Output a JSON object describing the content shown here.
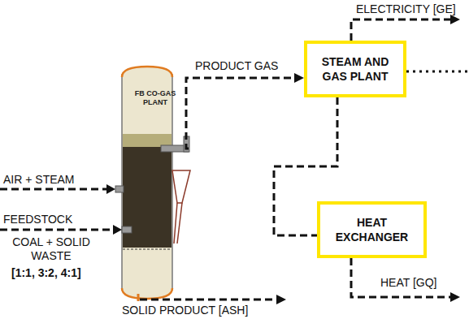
{
  "diagram": {
    "nodes": [
      {
        "text": [
          "FB CO-GAS PLANT"
        ]
      },
      {
        "text": [
          "STEAM AND GAS PLANT"
        ]
      },
      {
        "text": [
          "HEAT EXCHANGER"
        ]
      }
    ],
    "edges": [
      {
        "from": 0,
        "to": 1,
        "arrow": "to",
        "label": "PRODUCT GAS"
      },
      {
        "from": 1,
        "to": 2,
        "arrow": "none"
      }
    ],
    "labels": [
      "AIR + STEAM",
      "FEEDSTOCK",
      "COAL + SOLID WASTE",
      "[1:1, 3:2, 4:1]",
      "SOLID PRODUCT [ASH]",
      "ELECTRICITY [GE]",
      "HEAT [GQ]"
    ]
  }
}
